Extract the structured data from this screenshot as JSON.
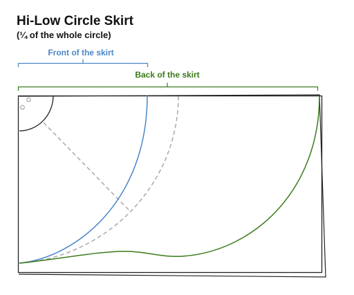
{
  "title": "Hi-Low Circle Skirt",
  "subtitle": "(¼ of the whole circle)",
  "labels": {
    "front": "Front of the skirt",
    "back": "Back of the skirt"
  },
  "colors": {
    "front": "#4a86c8",
    "back": "#3a7a1a",
    "guide": "#a8a8a8",
    "outline": "#222222"
  }
}
